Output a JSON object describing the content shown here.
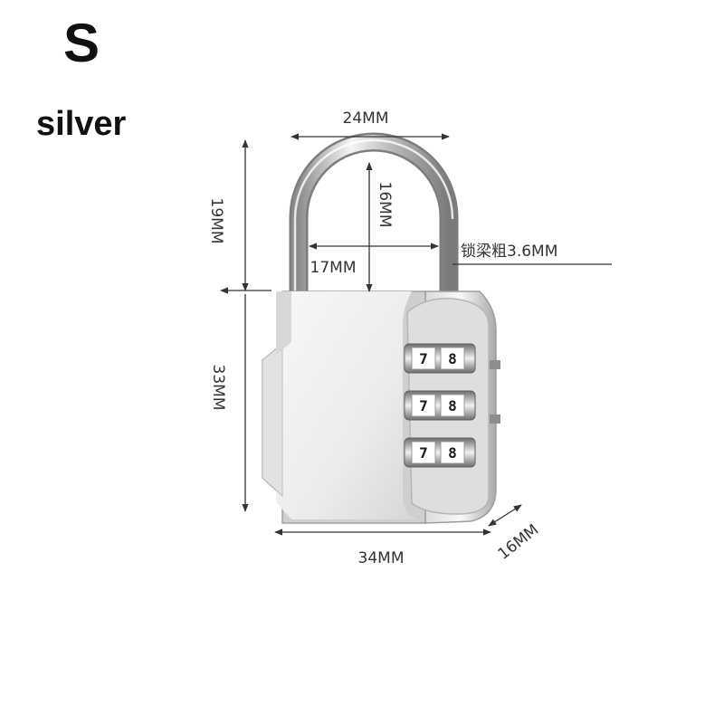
{
  "header": {
    "size_letter": "S",
    "color_label": "silver"
  },
  "dimensions": {
    "top_width": "24MM",
    "shackle_inner_height": "16MM",
    "shackle_height": "19MM",
    "shackle_inner_width": "17MM",
    "shackle_thickness": "锁梁粗3.6MM",
    "body_height": "33MM",
    "body_width": "34MM",
    "body_depth": "16MM"
  },
  "dials": [
    {
      "left": "7",
      "right": "8"
    },
    {
      "left": "7",
      "right": "8"
    },
    {
      "left": "7",
      "right": "8"
    }
  ],
  "colors": {
    "dimension_line": "#333333",
    "metal_light": "#f4f4f4",
    "metal_dark": "#9a9a9a"
  }
}
